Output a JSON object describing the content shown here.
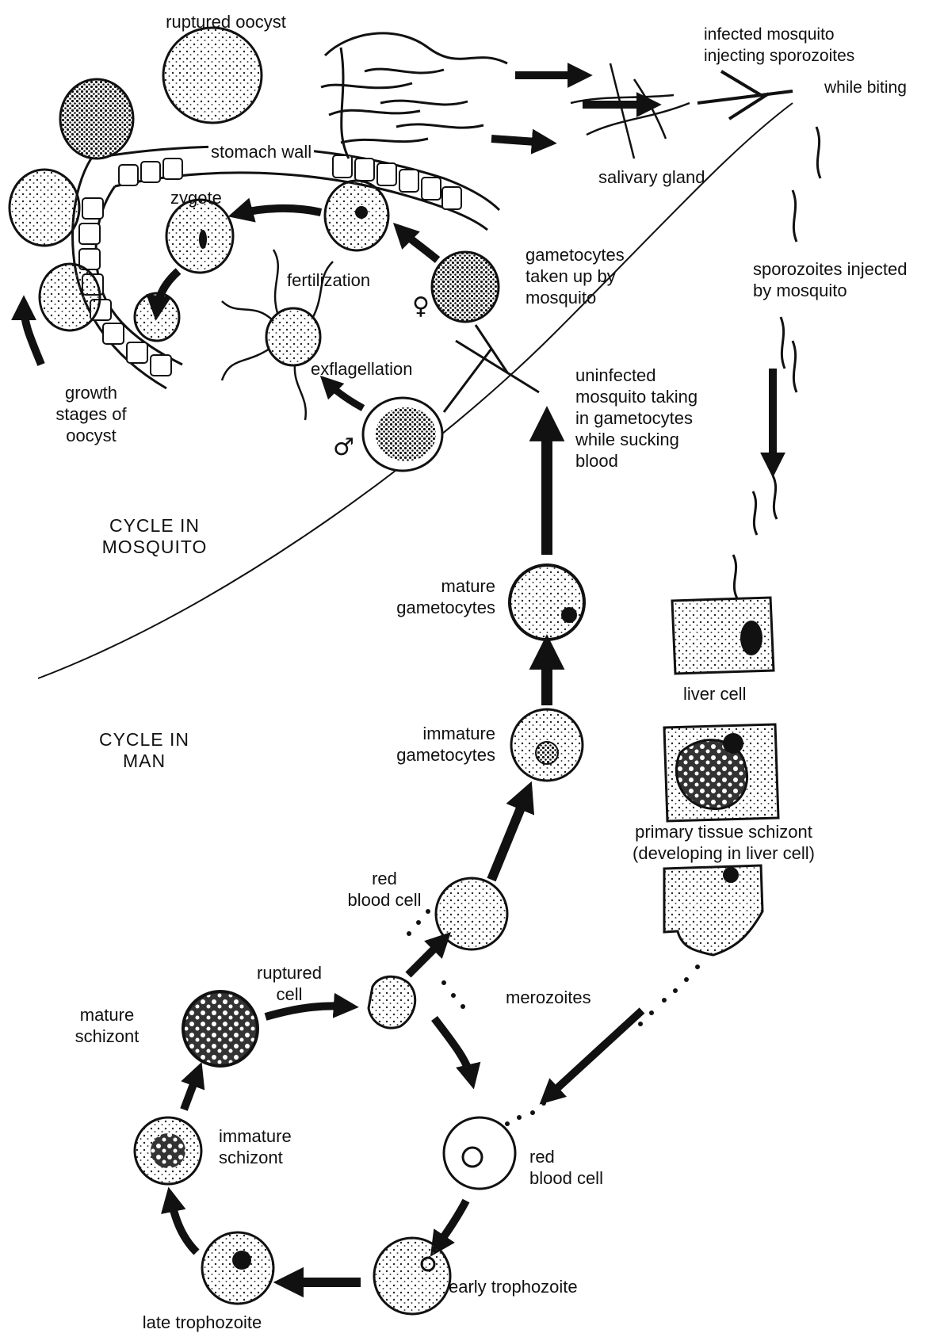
{
  "labels": {
    "ruptured_oocyst": "ruptured oocyst",
    "infected_mosquito": "infected mosquito\ninjecting sporozoites",
    "while_biting": "while biting",
    "stomach_wall": "stomach wall",
    "salivary_gland": "salivary gland",
    "zygote": "zygote",
    "fertilization": "fertilization",
    "gametocytes_taken_up": "gametocytes\ntaken up by\nmosquito",
    "sporozoites_injected": "sporozoites injected\nby mosquito",
    "exflagellation": "exflagellation",
    "growth_stages": "growth\nstages of\noocyst",
    "uninfected_mosquito": "uninfected\nmosquito taking\nin gametocytes\nwhile sucking\nblood",
    "cycle_in_mosquito": "CYCLE IN\nMOSQUITO",
    "mature_gametocytes": "mature\ngametocytes",
    "liver_cell": "liver cell",
    "cycle_in_man": "CYCLE IN\nMAN",
    "immature_gametocytes": "immature\ngametocytes",
    "primary_tissue_schizont": "primary tissue schizont\n(developing in liver cell)",
    "red_blood_cell_top": "red\nblood cell",
    "ruptured_cell": "ruptured\ncell",
    "merozoites": "merozoites",
    "mature_schizont": "mature\nschizont",
    "immature_schizont": "immature\nschizont",
    "red_blood_cell_bottom": "red\nblood cell",
    "early_trophozoite": "early trophozoite",
    "late_trophozoite": "late trophozoite",
    "female_symbol": "♀",
    "male_symbol": "♂"
  },
  "colors": {
    "ink": "#111111",
    "paper": "#ffffff",
    "stipple": "#555555"
  }
}
